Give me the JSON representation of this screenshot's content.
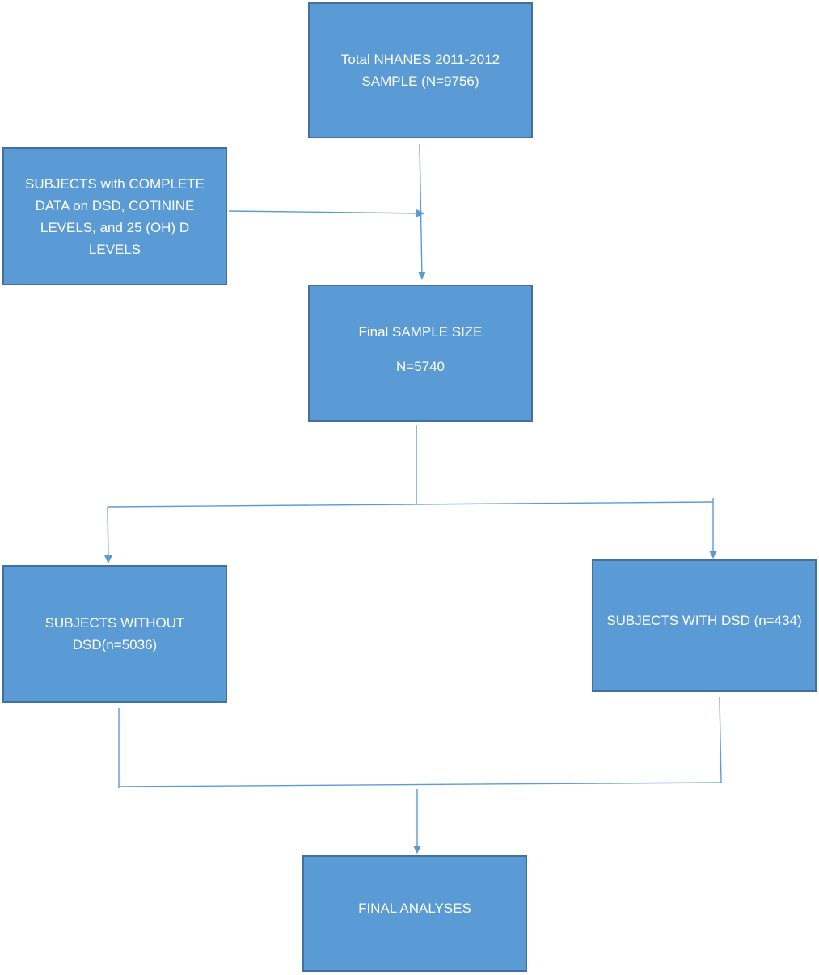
{
  "boxes": {
    "total_sample": {
      "line1": "Total NHANES 2011-2012",
      "line2": "SAMPLE (N=9756)"
    },
    "complete_data": {
      "line1": "SUBJECTS with COMPLETE",
      "line2": "DATA  on DSD, COTININE",
      "line3": "LEVELS, and 25 (OH) D",
      "line4": "LEVELS"
    },
    "final_sample": {
      "line1": "Final SAMPLE SIZE",
      "line2": "N=5740"
    },
    "without_dsd": {
      "line1": "SUBJECTS WITHOUT",
      "line2": "DSD(n=5036)"
    },
    "with_dsd": {
      "line1": "SUBJECTS WITH DSD (n=434)"
    },
    "final_analyses": {
      "line1": "FINAL ANALYSES"
    }
  },
  "colors": {
    "box_fill": "#5b9bd5",
    "box_border": "#41719c",
    "connector": "#5b9bd5",
    "text": "#ffffff"
  }
}
